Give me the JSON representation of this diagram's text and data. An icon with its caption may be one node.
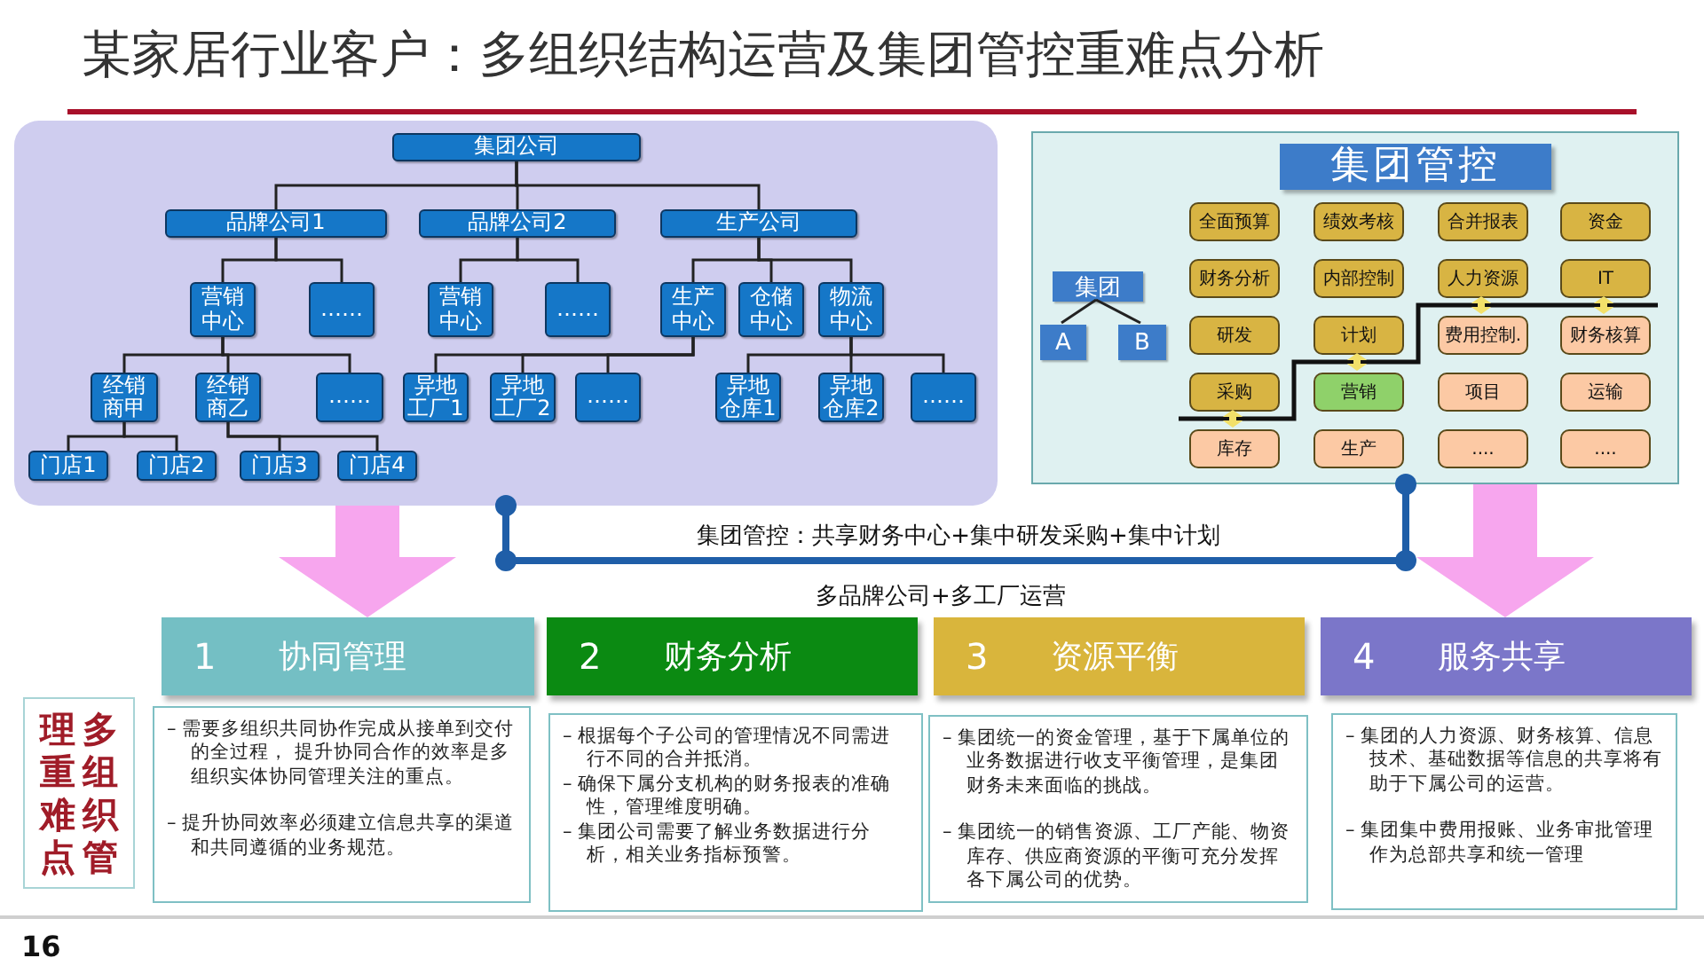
{
  "diagram": {
    "title": "某家居行业客户：多组织结构运营及集团管控重难点分析",
    "nodes": [
      {
        "text": [],
        "shape": "box"
      },
      {
        "text": [
          "集团公司"
        ],
        "in": 0
      },
      {
        "text": [
          "品牌公司1"
        ],
        "in": 0
      },
      {
        "text": [
          "品牌公司2"
        ],
        "in": 0
      },
      {
        "text": [
          "生产公司"
        ],
        "in": 0
      },
      {
        "text": [
          "营销中心"
        ],
        "in": 0
      },
      {
        "text": [
          "……"
        ],
        "in": 0
      },
      {
        "text": [
          "营销中心"
        ],
        "in": 0
      },
      {
        "text": [
          "……"
        ],
        "in": 0
      },
      {
        "text": [
          "生产中心"
        ],
        "in": 0
      },
      {
        "text": [
          "仓储中心"
        ],
        "in": 0
      },
      {
        "text": [
          "物流中心"
        ],
        "in": 0
      },
      {
        "text": [
          "经销商甲"
        ],
        "in": 0
      },
      {
        "text": [
          "经销商乙"
        ],
        "in": 0
      },
      {
        "text": [
          "……"
        ],
        "in": 0
      },
      {
        "text": [
          "异地工厂1"
        ],
        "in": 0
      },
      {
        "text": [
          "异地工厂2"
        ],
        "in": 0
      },
      {
        "text": [
          "……"
        ],
        "in": 0
      },
      {
        "text": [
          "异地仓库1"
        ],
        "in": 0
      },
      {
        "text": [
          "异地仓库2"
        ],
        "in": 0
      },
      {
        "text": [
          "……"
        ],
        "in": 0
      },
      {
        "text": [
          "门店1"
        ],
        "in": 0
      },
      {
        "text": [
          "门店2"
        ],
        "in": 0
      },
      {
        "text": [
          "门店3"
        ],
        "in": 0
      },
      {
        "text": [
          "门店4"
        ],
        "in": 0
      },
      {
        "text": [],
        "shape": "box"
      },
      {
        "text": [
          "集团管控"
        ],
        "in": 25
      },
      {
        "text": [
          "集团"
        ],
        "in": 25
      },
      {
        "text": [
          "A"
        ],
        "in": 25
      },
      {
        "text": [
          "B"
        ],
        "in": 25
      },
      {
        "text": [
          "全面预算"
        ],
        "in": 25
      },
      {
        "text": [
          "绩效考核"
        ],
        "in": 25
      },
      {
        "text": [
          "合并报表"
        ],
        "in": 25
      },
      {
        "text": [
          "资金"
        ],
        "in": 25
      },
      {
        "text": [
          "财务分析"
        ],
        "in": 25
      },
      {
        "text": [
          "内部控制"
        ],
        "in": 25
      },
      {
        "text": [
          "人力资源"
        ],
        "in": 25
      },
      {
        "text": [
          "IT"
        ],
        "in": 25
      },
      {
        "text": [
          "研发"
        ],
        "in": 25
      },
      {
        "text": [
          "计划"
        ],
        "in": 25
      },
      {
        "text": [
          "费用控制."
        ],
        "in": 25
      },
      {
        "text": [
          "财务核算"
        ],
        "in": 25
      },
      {
        "text": [
          "采购"
        ],
        "in": 25
      },
      {
        "text": [
          "营销"
        ],
        "in": 25
      },
      {
        "text": [
          "项目"
        ],
        "in": 25
      },
      {
        "text": [
          "运输"
        ],
        "in": 25
      },
      {
        "text": [
          "库存"
        ],
        "in": 25
      },
      {
        "text": [
          "生产"
        ],
        "in": 25
      },
      {
        "text": [
          "...."
        ],
        "in": 25
      },
      {
        "text": [
          "...."
        ],
        "in": 25
      },
      {
        "text": [
          "1",
          "协同管理"
        ]
      },
      {
        "text": [
          "2",
          "财务分析"
        ]
      },
      {
        "text": [
          "3",
          "资源平衡"
        ]
      },
      {
        "text": [
          "4",
          "服务共享"
        ]
      },
      {
        "text": [
          "多组织管理重难点"
        ]
      },
      {
        "text": [
          "– 需要多组织共同协作完成从接单到交付的全过程， 提升协同合作的效率是多组织实体协同管理关注的重点。",
          "– 提升协同效率必须建立信息共享的渠道和共同遵循的业务规范。"
        ]
      },
      {
        "text": [
          "– 根据每个子公司的管理情况不同需进行不同的合并抵消。",
          "– 确保下属分支机构的财务报表的准确性，管理维度明确。",
          "– 集团公司需要了解业务数据进行分析，相关业务指标预警。"
        ]
      },
      {
        "text": [
          "– 集团统一的资金管理，基于下属单位的业务数据进行收支平衡管理，是集团财务未来面临的挑战。",
          "– 集团统一的销售资源、工厂产能、物资库存、供应商资源的平衡可充分发挥各下属公司的优势。"
        ]
      },
      {
        "text": [
          "– 集团的人力资源、财务核算、信息技术、基础数据等信息的共享将有助于下属公司的运营。",
          "– 集团集中费用报账、业务审批管理作为总部共享和统一管理"
        ]
      }
    ],
    "edges": [
      {
        "from": 1,
        "to": 2,
        "arrow": "none"
      },
      {
        "from": 1,
        "to": 3,
        "arrow": "none"
      },
      {
        "from": 1,
        "to": 4,
        "arrow": "none"
      },
      {
        "from": 2,
        "to": 5,
        "arrow": "none"
      },
      {
        "from": 2,
        "to": 6,
        "arrow": "none"
      },
      {
        "from": 3,
        "to": 7,
        "arrow": "none"
      },
      {
        "from": 3,
        "to": 8,
        "arrow": "none"
      },
      {
        "from": 4,
        "to": 9,
        "arrow": "none"
      },
      {
        "from": 4,
        "to": 10,
        "arrow": "none"
      },
      {
        "from": 4,
        "to": 11,
        "arrow": "none"
      },
      {
        "from": 5,
        "to": 12,
        "arrow": "none"
      },
      {
        "from": 5,
        "to": 13,
        "arrow": "none"
      },
      {
        "from": 5,
        "to": 14,
        "arrow": "none"
      },
      {
        "from": 9,
        "to": 15,
        "arrow": "none"
      },
      {
        "from": 9,
        "to": 16,
        "arrow": "none"
      },
      {
        "from": 9,
        "to": 17,
        "arrow": "none"
      },
      {
        "from": 11,
        "to": 18,
        "arrow": "none"
      },
      {
        "from": 11,
        "to": 19,
        "arrow": "none"
      },
      {
        "from": 11,
        "to": 20,
        "arrow": "none"
      },
      {
        "from": 12,
        "to": 21,
        "arrow": "none"
      },
      {
        "from": 12,
        "to": 22,
        "arrow": "none"
      },
      {
        "from": 13,
        "to": 23,
        "arrow": "none"
      },
      {
        "from": 13,
        "to": 24,
        "arrow": "none"
      },
      {
        "from": 27,
        "to": 28,
        "arrow": "none"
      },
      {
        "from": 27,
        "to": 29,
        "arrow": "none"
      },
      {
        "from": 42,
        "to": 46,
        "arrow": "both",
        "style": "thick",
        "color": "#f2e06a"
      },
      {
        "from": 39,
        "to": 43,
        "arrow": "both",
        "style": "thick",
        "color": "#f2e06a"
      },
      {
        "from": 36,
        "to": 40,
        "arrow": "both",
        "style": "thick",
        "color": "#f2e06a"
      },
      {
        "from": 37,
        "to": 41,
        "arrow": "both",
        "style": "thick",
        "color": "#f2e06a"
      },
      {
        "from": 0,
        "to": 25,
        "arrow": "other",
        "label": "集团管控：共享财务中心+集中研发采购+集中计划",
        "style": "thick",
        "color": "#1f5ea8"
      },
      {
        "from": 0,
        "to": 50,
        "arrow": "to",
        "style": "thick",
        "color": "#f7a6ee"
      },
      {
        "from": 25,
        "to": 53,
        "arrow": "to",
        "style": "thick",
        "color": "#f7a6ee"
      }
    ],
    "labels": [
      "多品牌公司+多工厂运营",
      "16"
    ]
  }
}
